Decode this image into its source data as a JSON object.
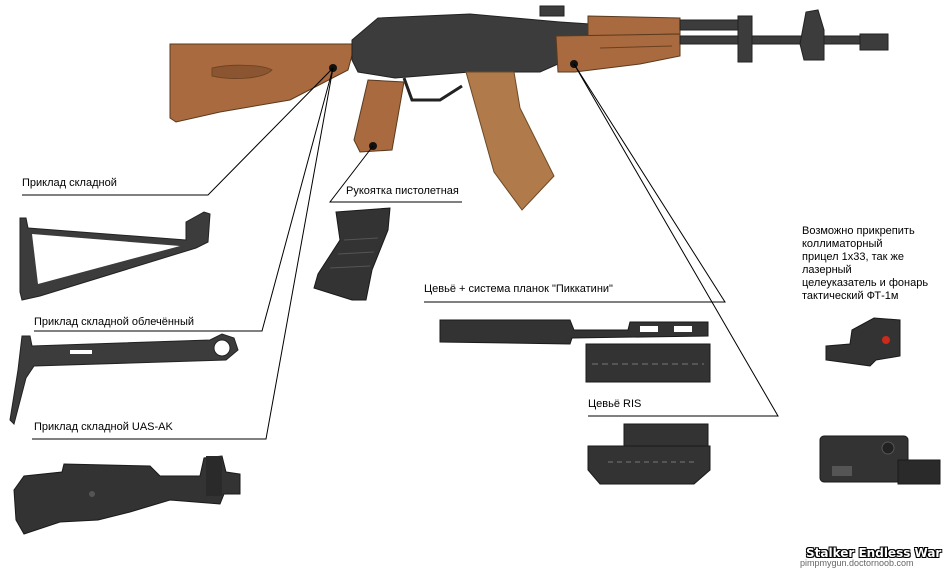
{
  "labels": {
    "stock_folding": "Приклад складной",
    "stock_folding_light": "Приклад складной облечённый",
    "stock_folding_uas": "Приклад складной UAS-AK",
    "pistol_grip": "Рукоятка пистолетная",
    "handguard_picatinny": "Цевьё + система планок \"Пиккатини\"",
    "handguard_ris": "Цевьё RIS"
  },
  "note": {
    "text": "Возможно прикрепить\nколлиматорный\nприцел 1х33, так же\nлазерный\nцелеуказатель и фонарь\nтактический ФТ-1м"
  },
  "watermark": {
    "title": "Stalker Endless War",
    "url": "pimpmygun.doctornoob.com"
  },
  "colors": {
    "wood": "#a86a3e",
    "wood_dark": "#7a4a28",
    "metal": "#3c3c3c",
    "metal_dark": "#222222",
    "polymer": "#b07a4a",
    "accessory": "#333333",
    "leader_line": "#000000"
  }
}
